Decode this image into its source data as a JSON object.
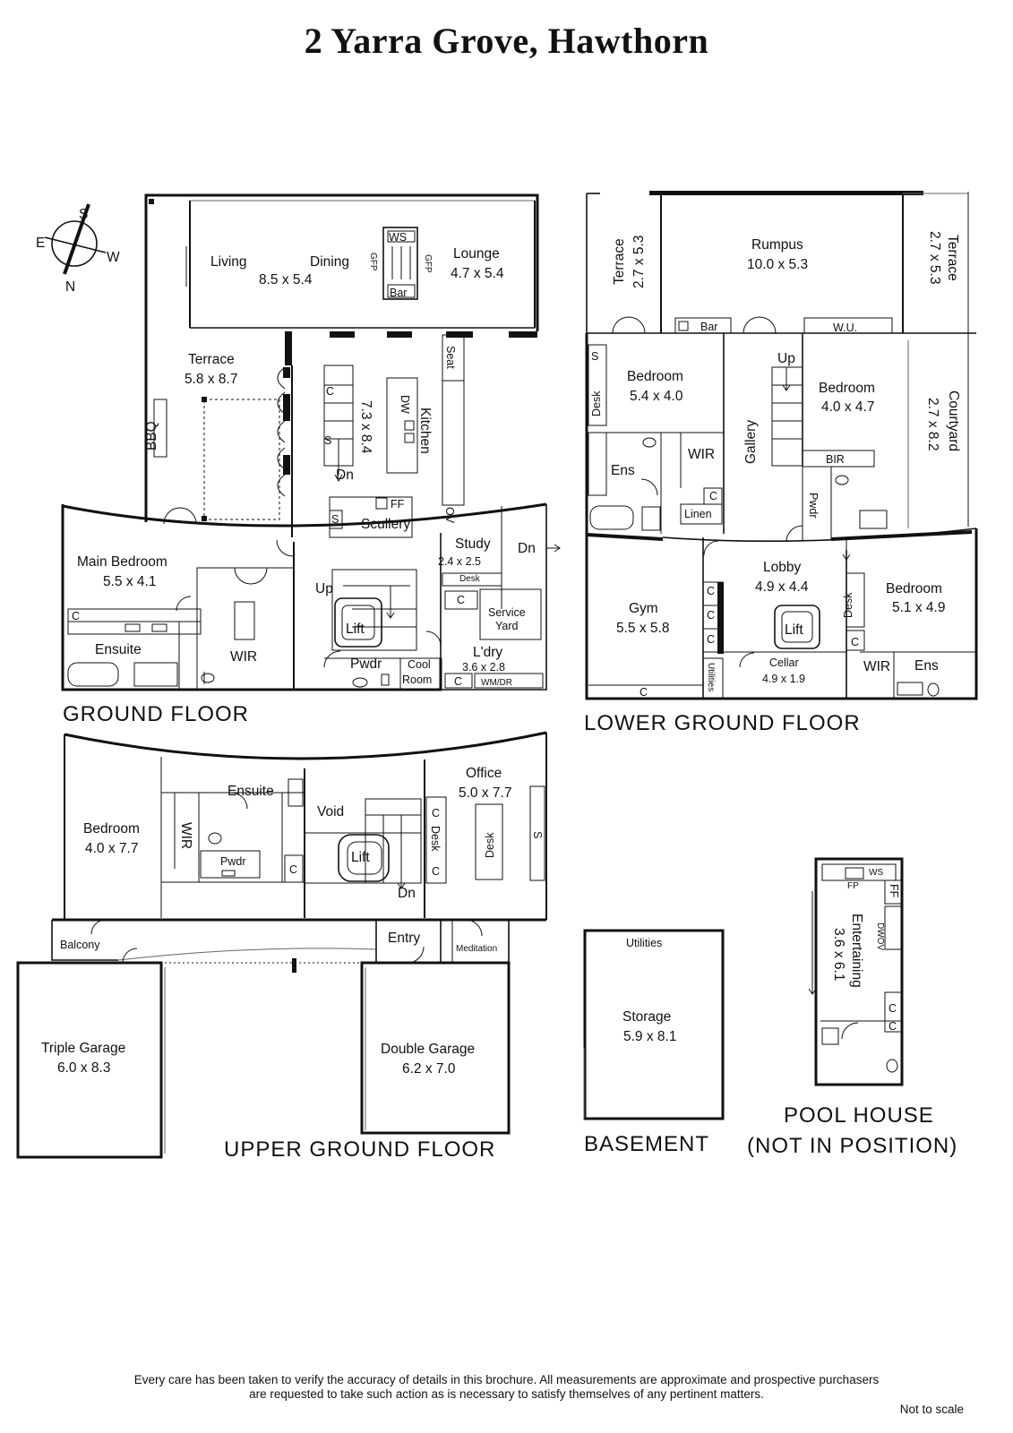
{
  "title": "2 Yarra Grove, Hawthorn",
  "compass": {
    "n": "N",
    "s": "S",
    "e": "E",
    "w": "W"
  },
  "floors": {
    "ground": "GROUND FLOOR",
    "lower_ground": "LOWER GROUND FLOOR",
    "upper_ground": "UPPER GROUND FLOOR",
    "basement": "BASEMENT",
    "pool_house_1": "POOL HOUSE",
    "pool_house_2": "(NOT IN POSITION)"
  },
  "ground": {
    "living": "Living",
    "living_dim": "8.5 x 5.4",
    "dining": "Dining",
    "lounge": "Lounge",
    "lounge_dim": "4.7 x 5.4",
    "ws": "WS",
    "bar": "Bar",
    "gfp": "GFP",
    "terrace": "Terrace",
    "terrace_dim": "5.8 x 8.7",
    "bbq": "BBQ",
    "seat": "Seat",
    "kitchen": "Kitchen",
    "kitchen_dim": "7.3 x 8.4",
    "dw": "DW",
    "ov": "OV",
    "ff": "FF",
    "s": "S",
    "c": "C",
    "scullery": "Scullery",
    "dn": "Dn",
    "up": "Up",
    "main_bedroom": "Main Bedroom",
    "main_bedroom_dim": "5.5 x 4.1",
    "ensuite": "Ensuite",
    "wir": "WIR",
    "study": "Study",
    "study_dim": "2.4 x 2.5",
    "desk": "Desk",
    "service": "Service",
    "yard": "Yard",
    "lift": "Lift",
    "pwdr": "Pwdr",
    "cool": "Cool",
    "room": "Room",
    "ldry": "L'dry",
    "ldry_dim": "3.6 x 2.8",
    "wmdr": "WM/DR"
  },
  "lower": {
    "terrace": "Terrace",
    "terrace_dim": "2.7 x 5.3",
    "rumpus": "Rumpus",
    "rumpus_dim": "10.0 x 5.3",
    "bar": "Bar",
    "wu": "W.U.",
    "bedroom": "Bedroom",
    "bedroom1_dim": "5.4 x 4.0",
    "bedroom2_dim": "4.0 x 4.7",
    "bedroom3_dim": "5.1 x 4.9",
    "courtyard": "Courtyard",
    "courtyard_dim": "2.7 x 8.2",
    "up": "Up",
    "gallery": "Gallery",
    "desk": "Desk",
    "s": "S",
    "c": "C",
    "ens": "Ens",
    "wir": "WIR",
    "linen": "Linen",
    "bir": "BIR",
    "pwdr": "Pwdr",
    "gym": "Gym",
    "gym_dim": "5.5 x 5.8",
    "lobby": "Lobby",
    "lobby_dim": "4.9 x 4.4",
    "lift": "Lift",
    "cellar": "Cellar",
    "cellar_dim": "4.9 x 1.9",
    "utilities": "Utilities"
  },
  "upper": {
    "bedroom": "Bedroom",
    "bedroom_dim": "4.0 x 7.7",
    "ensuite": "Ensuite",
    "wir": "WIR",
    "pwdr": "Pwdr",
    "c": "C",
    "void": "Void",
    "lift": "Lift",
    "dn": "Dn",
    "desk": "Desk",
    "office": "Office",
    "office_dim": "5.0 x 7.7",
    "s": "S",
    "balcony": "Balcony",
    "entry": "Entry",
    "meditation": "Meditation",
    "triple_garage": "Triple Garage",
    "triple_garage_dim": "6.0 x 8.3",
    "double_garage": "Double Garage",
    "double_garage_dim": "6.2 x 7.0"
  },
  "basement": {
    "utilities": "Utilities",
    "storage": "Storage",
    "storage_dim": "5.9 x 8.1"
  },
  "pool_house": {
    "ws": "WS",
    "fp": "FP",
    "ff": "FF",
    "dwov": "DWOV",
    "entertaining": "Entertaining",
    "entertaining_dim": "3.6 x 6.1",
    "c": "C"
  },
  "footer_line1": "Every care has been taken to verify the accuracy of details in this brochure.  All measurements are approximate and prospective purchasers",
  "footer_line2": "are requested to take such action as is necessary to satisfy themselves of any pertinent matters.",
  "not_to_scale": "Not to scale"
}
